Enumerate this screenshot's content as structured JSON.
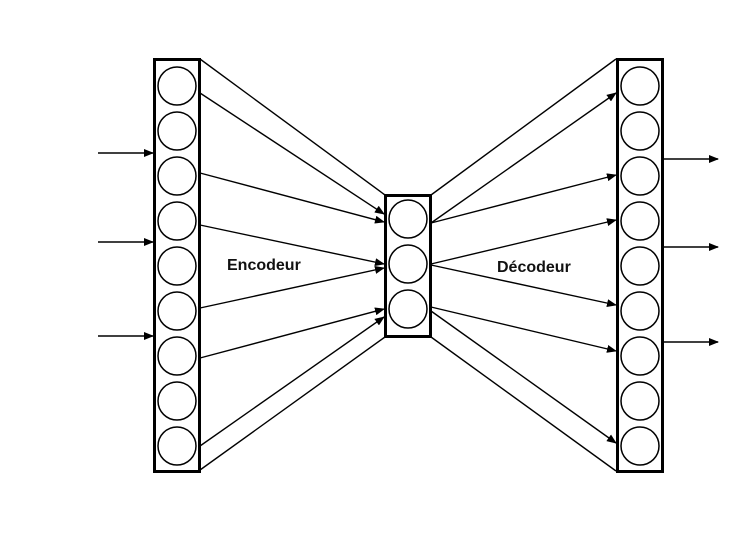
{
  "diagram": {
    "encoder_label": "Encodeur",
    "decoder_label": "Décodeur",
    "layers": {
      "input_neurons": 9,
      "bottleneck_neurons": 3,
      "output_neurons": 9
    },
    "input_arrows": 3,
    "output_arrows": 3,
    "stroke_color": "#000000"
  }
}
